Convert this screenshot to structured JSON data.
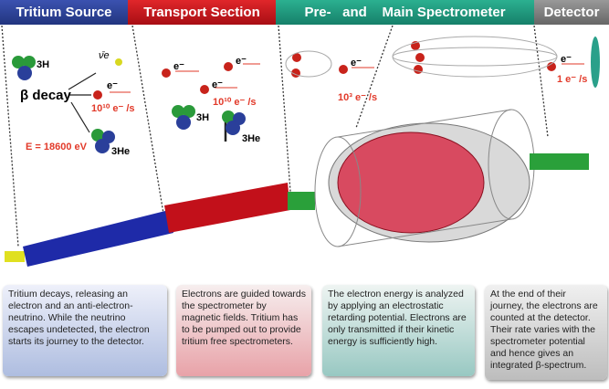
{
  "sections": [
    {
      "label": "Tritium Source",
      "color": "#2a3f9a"
    },
    {
      "label": "Transport Section",
      "color": "#c8141b"
    },
    {
      "label": "Pre-   and    Main Spectrometer",
      "color": "#1f9a7e"
    },
    {
      "label": "Detector",
      "color": "#7a7a7a"
    }
  ],
  "source": {
    "h3": "3H",
    "decay": "β decay",
    "neutrino": "ν̄e",
    "electron": "e⁻",
    "rate": "10¹⁰ e⁻ /s",
    "energy": "E = 18600 eV",
    "he3": "3He"
  },
  "transport": {
    "e1": "e⁻",
    "e2": "e⁻",
    "e3": "e⁻",
    "rate": "10¹⁰ e⁻ /s",
    "h3": "3H",
    "he3": "3He"
  },
  "spectrometer": {
    "e": "e⁻",
    "rate": "10³ e⁻ /s"
  },
  "detector": {
    "e": "e⁻",
    "rate": "1 e⁻ /s"
  },
  "boxes": [
    {
      "text": "Tritium decays, releasing an electron and an anti-electron-neutrino. While the neutrino escapes undetected, the electron starts its journey to the detector."
    },
    {
      "text": "Electrons are guided towards the spectrometer by magnetic fields. Tritium has to be pumped out to provide tritium free spectrometers."
    },
    {
      "text": "The electron energy is analyzed by applying an electrostatic retarding potential. Electrons are only transmitted if their kinetic energy is sufficiently high."
    },
    {
      "text": "At the end of their journey, the electrons are counted at the detector. Their rate varies with the spectrometer potential and hence gives an integrated β-spectrum."
    }
  ]
}
